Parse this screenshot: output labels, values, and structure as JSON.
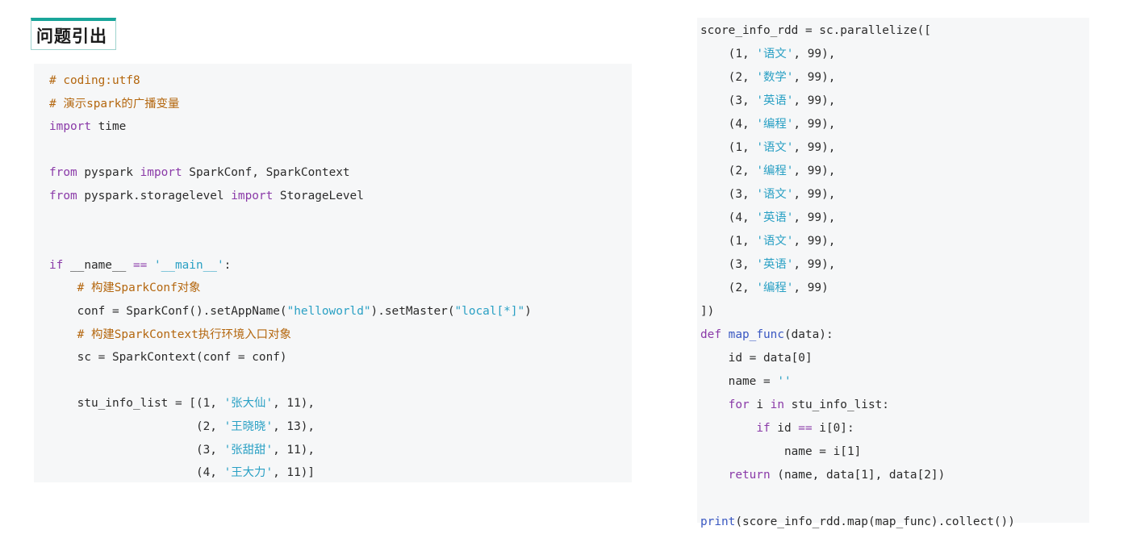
{
  "heading": {
    "text": "问题引出"
  },
  "colors": {
    "heading_accent": "#19a59a",
    "panel_bg": "#f6f7f8",
    "comment": "#b4670f",
    "keyword": "#8a3aa8",
    "string": "#2aa0c4",
    "funcdef": "#3a58c2",
    "default": "#2b2b2b"
  },
  "left_code": [
    [
      [
        "comment",
        "# coding:utf8"
      ]
    ],
    [
      [
        "comment",
        "# 演示spark的广播变量"
      ]
    ],
    [
      [
        "keyword",
        "import"
      ],
      [
        "default",
        " time"
      ]
    ],
    [],
    [
      [
        "keyword",
        "from"
      ],
      [
        "default",
        " pyspark "
      ],
      [
        "keyword",
        "import"
      ],
      [
        "default",
        " SparkConf, SparkContext"
      ]
    ],
    [
      [
        "keyword",
        "from"
      ],
      [
        "default",
        " pyspark.storagelevel "
      ],
      [
        "keyword",
        "import"
      ],
      [
        "default",
        " StorageLevel"
      ]
    ],
    [],
    [],
    [
      [
        "keyword",
        "if"
      ],
      [
        "default",
        " __name__ "
      ],
      [
        "keyword",
        "=="
      ],
      [
        "default",
        " "
      ],
      [
        "string",
        "'__main__'"
      ],
      [
        "default",
        ":"
      ]
    ],
    [
      [
        "default",
        "    "
      ],
      [
        "comment",
        "# 构建SparkConf对象"
      ]
    ],
    [
      [
        "default",
        "    conf = SparkConf().setAppName("
      ],
      [
        "string",
        "\"helloworld\""
      ],
      [
        "default",
        ").setMaster("
      ],
      [
        "string",
        "\"local[*]\""
      ],
      [
        "default",
        ")"
      ]
    ],
    [
      [
        "default",
        "    "
      ],
      [
        "comment",
        "# 构建SparkContext执行环境入口对象"
      ]
    ],
    [
      [
        "default",
        "    sc = SparkContext(conf = conf)"
      ]
    ],
    [],
    [
      [
        "default",
        "    stu_info_list = [(1, "
      ],
      [
        "string",
        "'张大仙'"
      ],
      [
        "default",
        ", 11),"
      ]
    ],
    [
      [
        "default",
        "                     (2, "
      ],
      [
        "string",
        "'王晓晓'"
      ],
      [
        "default",
        ", 13),"
      ]
    ],
    [
      [
        "default",
        "                     (3, "
      ],
      [
        "string",
        "'张甜甜'"
      ],
      [
        "default",
        ", 11),"
      ]
    ],
    [
      [
        "default",
        "                     (4, "
      ],
      [
        "string",
        "'王大力'"
      ],
      [
        "default",
        ", 11)]"
      ]
    ]
  ],
  "right_code": [
    [
      [
        "default",
        "score_info_rdd = sc.parallelize(["
      ]
    ],
    [
      [
        "default",
        "    (1, "
      ],
      [
        "string",
        "'语文'"
      ],
      [
        "default",
        ", 99),"
      ]
    ],
    [
      [
        "default",
        "    (2, "
      ],
      [
        "string",
        "'数学'"
      ],
      [
        "default",
        ", 99),"
      ]
    ],
    [
      [
        "default",
        "    (3, "
      ],
      [
        "string",
        "'英语'"
      ],
      [
        "default",
        ", 99),"
      ]
    ],
    [
      [
        "default",
        "    (4, "
      ],
      [
        "string",
        "'编程'"
      ],
      [
        "default",
        ", 99),"
      ]
    ],
    [
      [
        "default",
        "    (1, "
      ],
      [
        "string",
        "'语文'"
      ],
      [
        "default",
        ", 99),"
      ]
    ],
    [
      [
        "default",
        "    (2, "
      ],
      [
        "string",
        "'编程'"
      ],
      [
        "default",
        ", 99),"
      ]
    ],
    [
      [
        "default",
        "    (3, "
      ],
      [
        "string",
        "'语文'"
      ],
      [
        "default",
        ", 99),"
      ]
    ],
    [
      [
        "default",
        "    (4, "
      ],
      [
        "string",
        "'英语'"
      ],
      [
        "default",
        ", 99),"
      ]
    ],
    [
      [
        "default",
        "    (1, "
      ],
      [
        "string",
        "'语文'"
      ],
      [
        "default",
        ", 99),"
      ]
    ],
    [
      [
        "default",
        "    (3, "
      ],
      [
        "string",
        "'英语'"
      ],
      [
        "default",
        ", 99),"
      ]
    ],
    [
      [
        "default",
        "    (2, "
      ],
      [
        "string",
        "'编程'"
      ],
      [
        "default",
        ", 99)"
      ]
    ],
    [
      [
        "default",
        "])"
      ]
    ],
    [
      [
        "keyword",
        "def"
      ],
      [
        "default",
        " "
      ],
      [
        "funcdef",
        "map_func"
      ],
      [
        "default",
        "(data):"
      ]
    ],
    [
      [
        "default",
        "    id = data[0]"
      ]
    ],
    [
      [
        "default",
        "    name = "
      ],
      [
        "string",
        "''"
      ]
    ],
    [
      [
        "default",
        "    "
      ],
      [
        "keyword",
        "for"
      ],
      [
        "default",
        " i "
      ],
      [
        "keyword",
        "in"
      ],
      [
        "default",
        " stu_info_list:"
      ]
    ],
    [
      [
        "default",
        "        "
      ],
      [
        "keyword",
        "if"
      ],
      [
        "default",
        " id "
      ],
      [
        "keyword",
        "=="
      ],
      [
        "default",
        " i[0]:"
      ]
    ],
    [
      [
        "default",
        "            name = i[1]"
      ]
    ],
    [
      [
        "default",
        "    "
      ],
      [
        "keyword",
        "return"
      ],
      [
        "default",
        " (name, data[1], data[2])"
      ]
    ],
    [],
    [
      [
        "funcdef",
        "print"
      ],
      [
        "default",
        "(score_info_rdd.map(map_func).collect())"
      ]
    ]
  ]
}
